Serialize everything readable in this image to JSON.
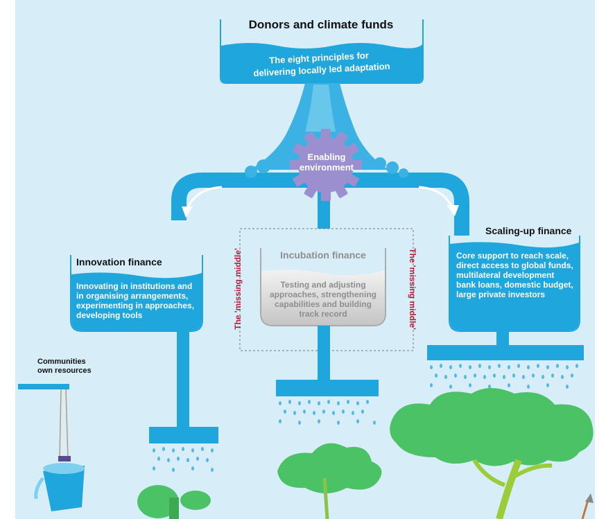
{
  "donors": {
    "title": "Donors and climate funds",
    "principles_line1": "The eight principles for",
    "principles_line2": "delivering locally led adaptation"
  },
  "enabling": {
    "line1": "Enabling",
    "line2": "environment"
  },
  "innovation": {
    "title": "Innovation finance",
    "lines": [
      "Innovating in institutions and",
      "in organising arrangements,",
      "experimenting in approaches,",
      "developing tools"
    ]
  },
  "incubation": {
    "title": "Incubation finance",
    "lines": [
      "Testing and adjusting",
      "approaches, strengthening",
      "capabilities and building",
      "track record"
    ]
  },
  "scaling": {
    "title": "Scaling-up finance",
    "lines": [
      "Core support to reach scale,",
      "direct access to global funds,",
      "multilateral development",
      "bank loans, domestic budget,",
      "large private investors"
    ]
  },
  "missing_middle_left": "The 'missing middle'",
  "missing_middle_right": "The 'missing middle'",
  "communities": {
    "line1": "Communities",
    "line2": "own resources"
  },
  "colors": {
    "sky": "#d7eef9",
    "water": "#1fa6dc",
    "water_light": "#65c4ea",
    "gear": "#9b8fd0",
    "leaf": "#4cc266",
    "accent": "#b5213a",
    "incubation_grey": "#c9c9c9"
  }
}
